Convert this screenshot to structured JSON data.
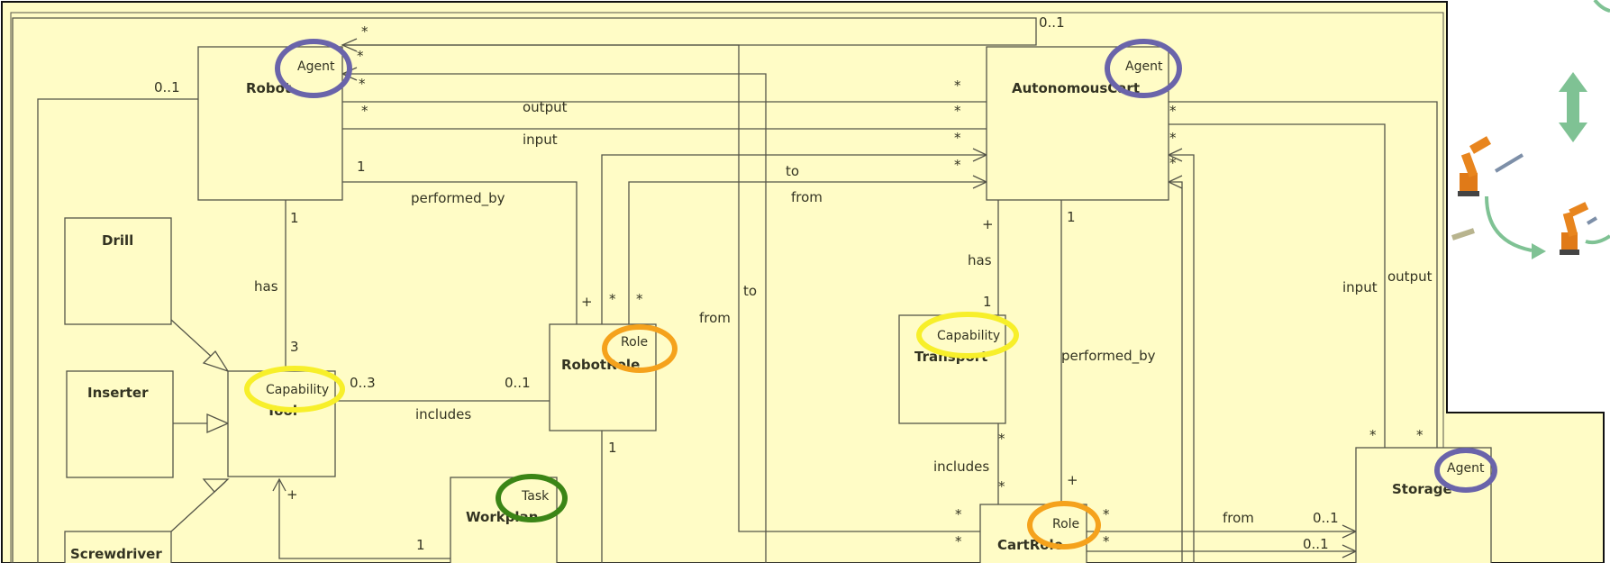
{
  "colors": {
    "background": "#fffcc6",
    "agent_ring": "#6a64aa",
    "role_ring": "#f5a21c",
    "capability_ring": "#f7ef2a",
    "task_ring": "#3b8516",
    "arrow_green": "#7fc294"
  },
  "classes": {
    "robot": "Robot",
    "autonomous_cart": "AutonomousCart",
    "drill": "Drill",
    "inserter": "Inserter",
    "screwdriver": "Screwdriver",
    "tool": "Tool",
    "robot_role": "RobotRole",
    "workplan": "Workplan",
    "transport": "Transport",
    "cart_role": "CartRole",
    "storage": "Storage"
  },
  "stereotypes": {
    "agent": "Agent",
    "role": "Role",
    "capability": "Capability",
    "task": "Task"
  },
  "assoc": {
    "output_top": "output",
    "input_top": "input",
    "performed_by_left": "performed_by",
    "to_top": "to",
    "from_top": "from",
    "has_left": "has",
    "includes_left": "includes",
    "to_mid": "to",
    "from_mid": "from",
    "has_right": "has",
    "performed_by_right": "performed_by",
    "includes_right": "includes",
    "input_right": "input",
    "output_right": "output",
    "from_bottom": "from"
  },
  "mult": {
    "star": "*",
    "plus": "+",
    "one": "1",
    "three": "3",
    "zero_one": "0..1",
    "zero_three": "0..3"
  }
}
